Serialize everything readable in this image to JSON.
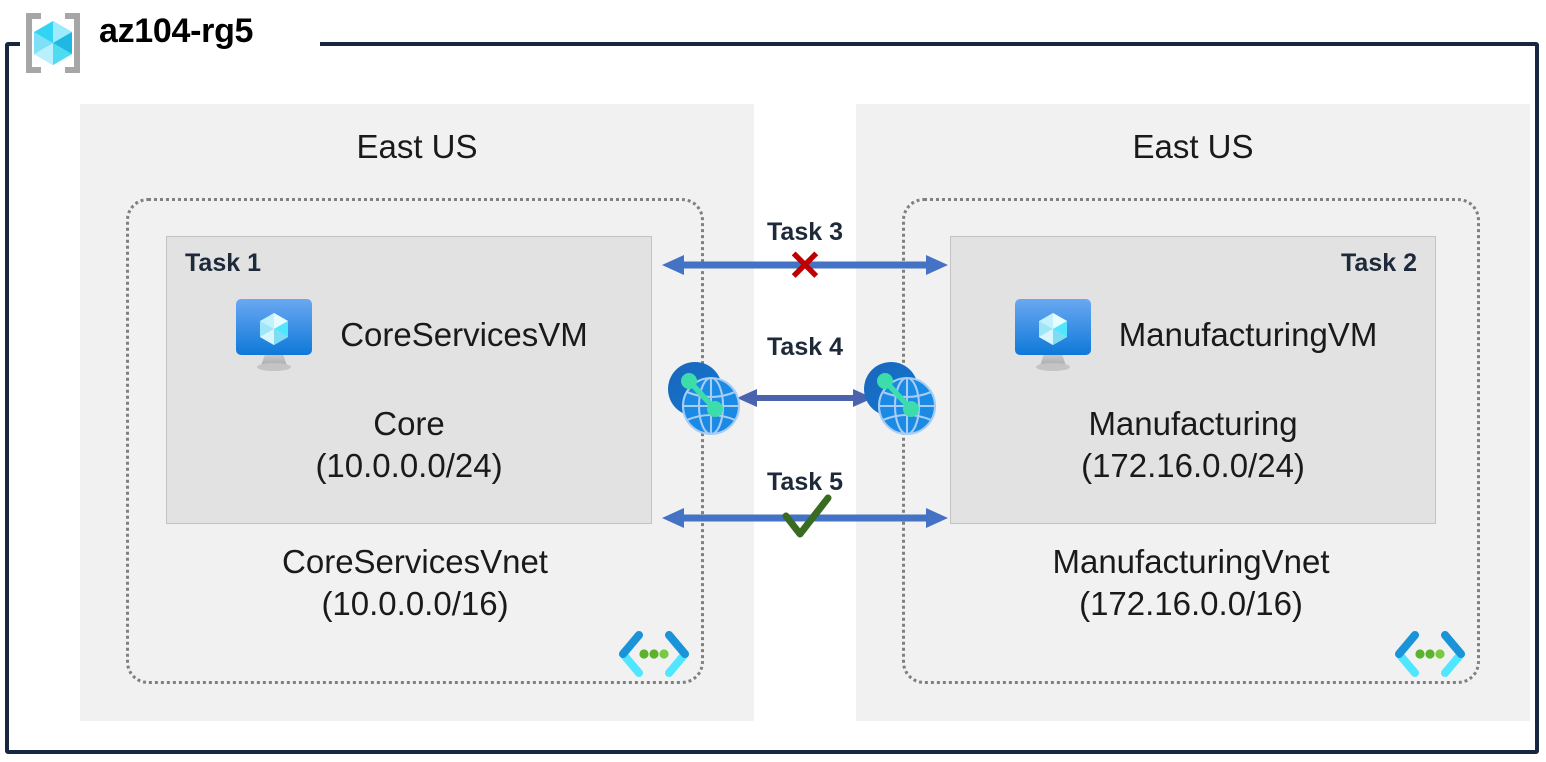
{
  "resource_group": {
    "name": "az104-rg5",
    "icon": "azure-resource-group-icon"
  },
  "regions": [
    {
      "label": "East US",
      "vnet": {
        "name": "CoreServicesVnet",
        "cidr": "(10.0.0.0/16)",
        "icon": "virtual-network-icon",
        "subnet": {
          "task_tag": "Task 1",
          "name": "Core",
          "cidr": "(10.0.0.0/24)",
          "vm": {
            "name": "CoreServicesVM",
            "icon": "virtual-machine-icon"
          }
        }
      }
    },
    {
      "label": "East US",
      "vnet": {
        "name": "ManufacturingVnet",
        "cidr": "(172.16.0.0/16)",
        "icon": "virtual-network-icon",
        "subnet": {
          "task_tag": "Task 2",
          "name": "Manufacturing",
          "cidr": "(172.16.0.0/24)",
          "vm": {
            "name": "ManufacturingVM",
            "icon": "virtual-machine-icon"
          }
        }
      }
    }
  ],
  "connections": [
    {
      "label": "Task 3",
      "kind": "bidirectional-arrow",
      "status_mark": "✕",
      "status": "blocked"
    },
    {
      "label": "Task 4",
      "kind": "bidirectional-arrow",
      "status_mark": "",
      "status": "peering",
      "endpoint_icon": "vnet-peering-icon"
    },
    {
      "label": "Task 5",
      "kind": "bidirectional-arrow",
      "status_mark": "✓",
      "status": "allowed"
    }
  ],
  "colors": {
    "frame": "#16273f",
    "region_bg": "#f1f1f1",
    "subnet_bg": "#e2e2e2",
    "vnet_border": "#808080",
    "arrow": "#4472c4",
    "blocked": "#c00000",
    "allowed": "#3a6b23",
    "azure_blue": "#0f7fe0",
    "cube_cyan": "#50e6ff"
  }
}
